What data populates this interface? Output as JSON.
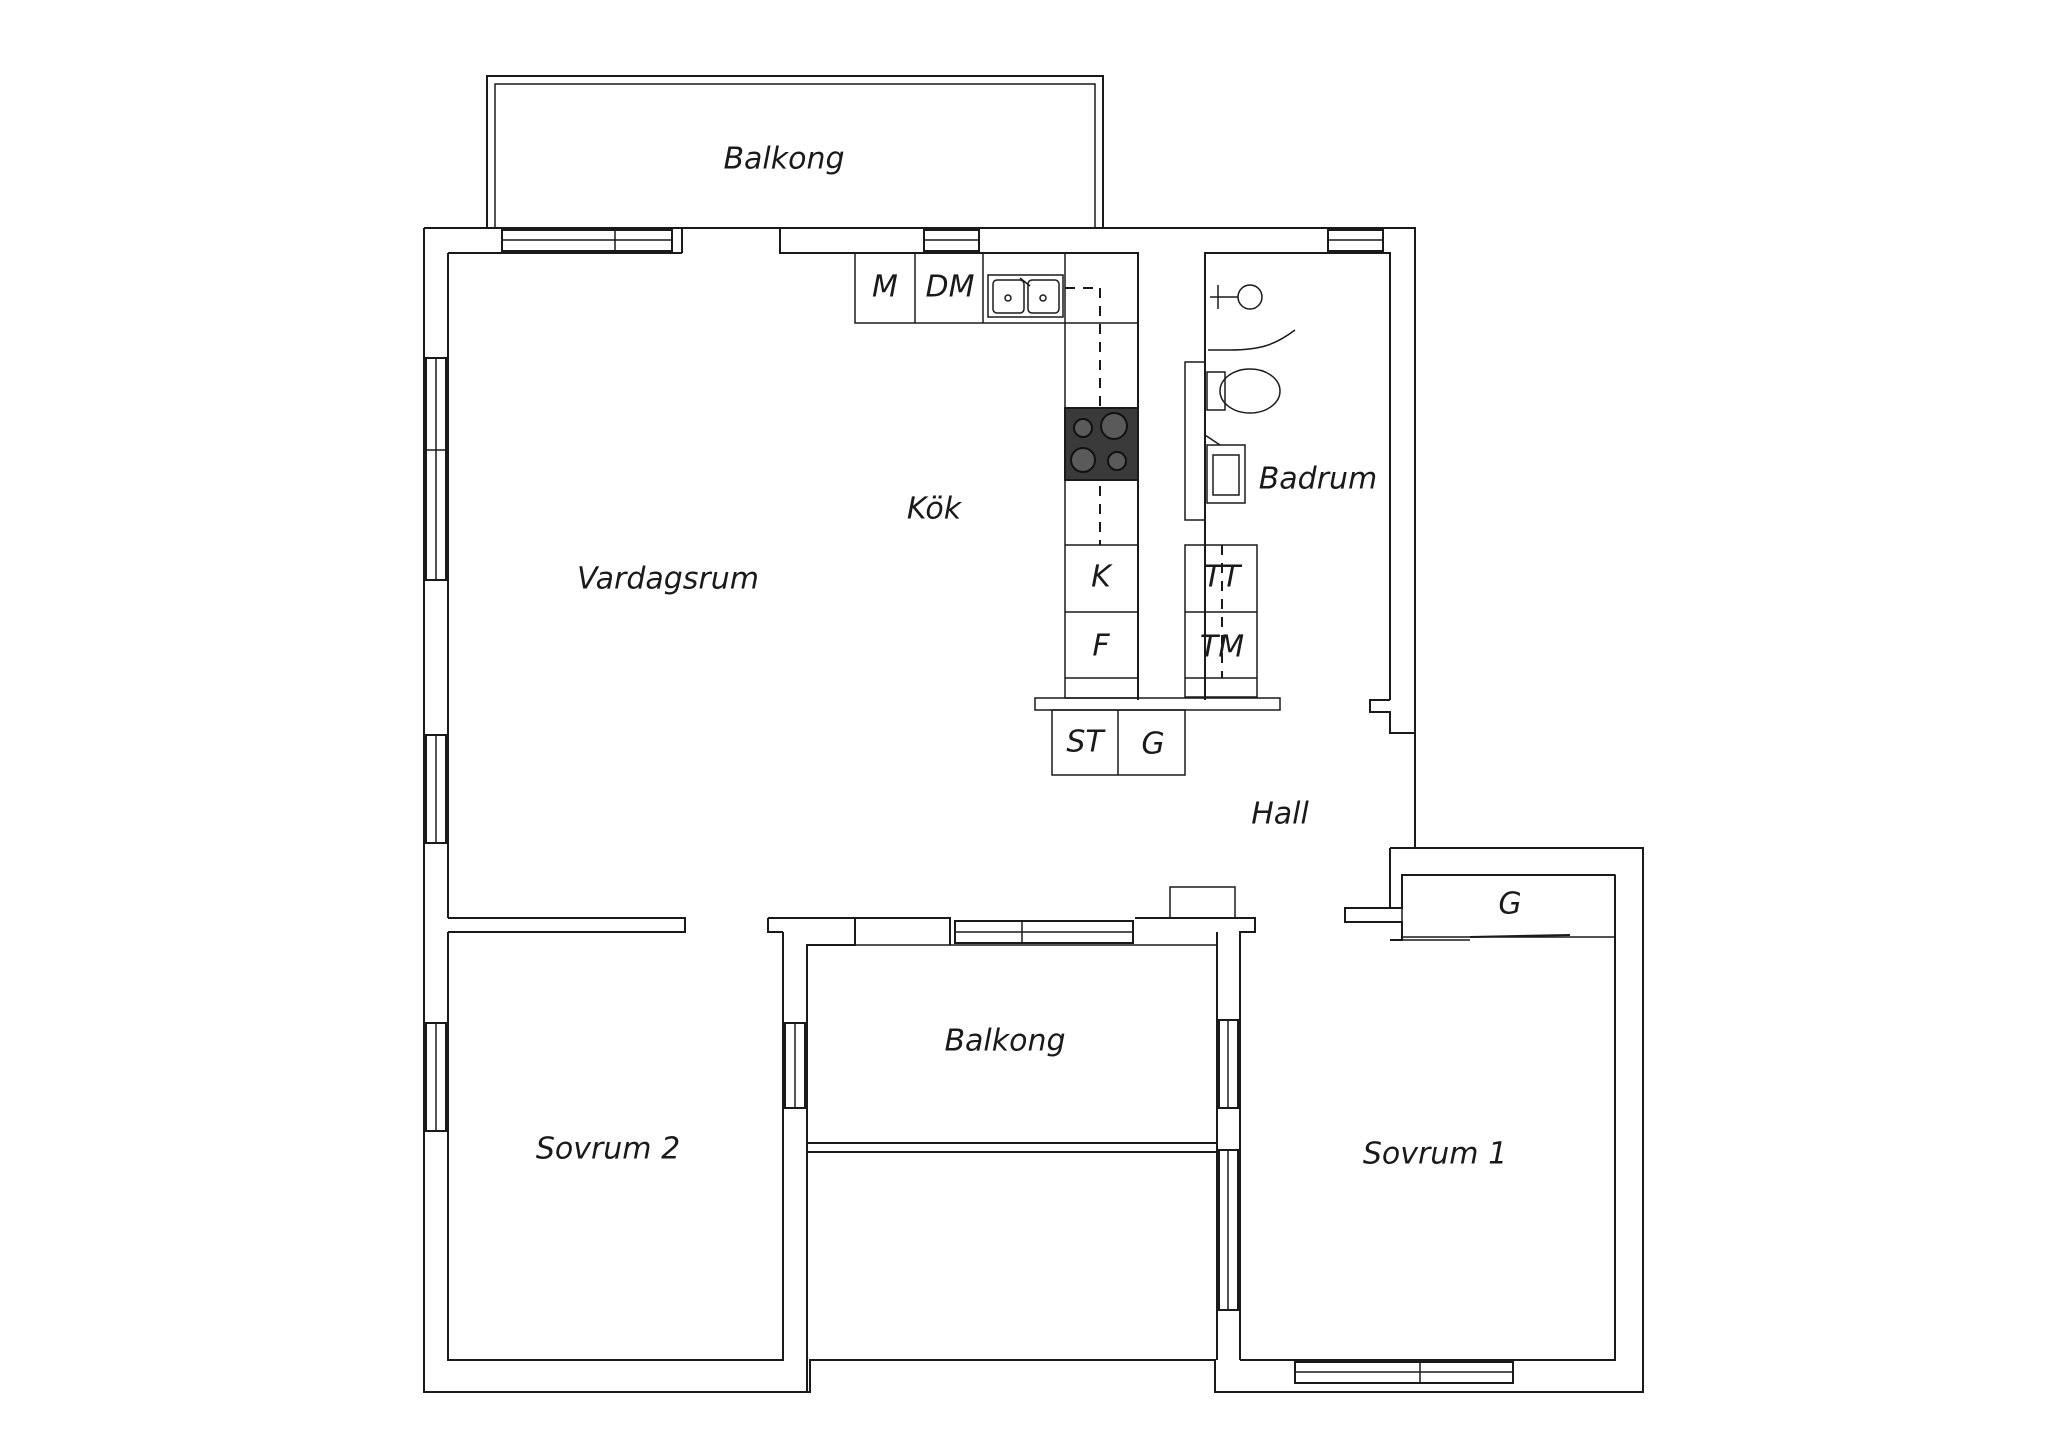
{
  "rooms": {
    "balkong_top": "Balkong",
    "vardagsrum": "Vardagsrum",
    "kok": "Kök",
    "badrum": "Badrum",
    "hall": "Hall",
    "balkong_mid": "Balkong",
    "sovrum2": "Sovrum 2",
    "sovrum1": "Sovrum 1"
  },
  "fixtures": {
    "microwave": "M",
    "dishwasher": "DM",
    "fridge": "K",
    "freezer": "F",
    "dryer": "TT",
    "washer": "TM",
    "wardrobe_st": "ST",
    "wardrobe_g_hall": "G",
    "wardrobe_g_sovrum1": "G"
  },
  "icons": [
    "sink-icon",
    "stove-icon",
    "shower-icon",
    "toilet-icon",
    "washbasin-icon"
  ]
}
